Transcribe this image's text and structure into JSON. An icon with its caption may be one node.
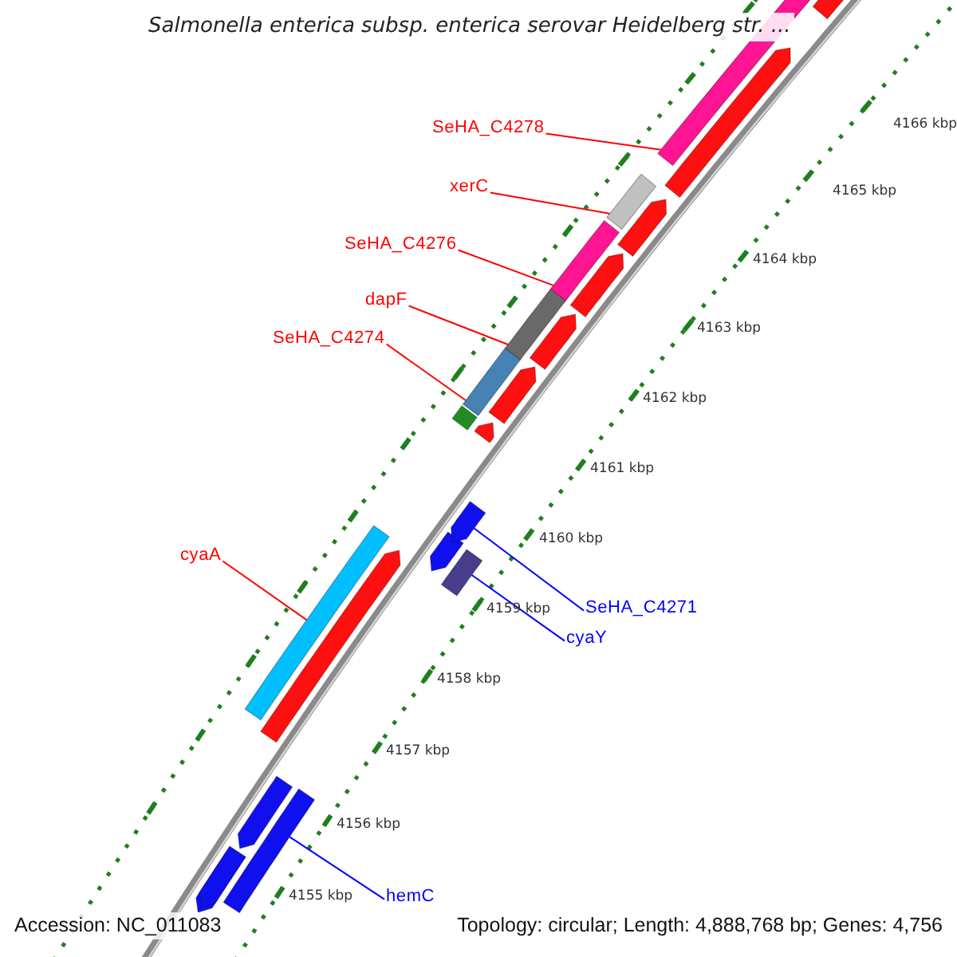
{
  "diagram": {
    "title": "Salmonella enterica subsp. enterica serovar Heidelberg str. ...",
    "nodes": [
      {
        "text": [
          "SeHA_C4278"
        ]
      },
      {
        "text": [],
        "shape": "bar"
      },
      {
        "text": [
          "xerC"
        ]
      },
      {
        "text": [],
        "shape": "bar"
      },
      {
        "text": [
          "SeHA_C4276"
        ]
      },
      {
        "text": [],
        "shape": "bar"
      },
      {
        "text": [
          "dapF"
        ]
      },
      {
        "text": [],
        "shape": "bar"
      },
      {
        "text": [
          "SeHA_C4274"
        ]
      },
      {
        "text": [],
        "shape": "bar"
      },
      {
        "text": [
          "cyaA"
        ]
      },
      {
        "text": [],
        "shape": "bar"
      },
      {
        "text": [
          "SeHA_C4271"
        ]
      },
      {
        "text": [],
        "shape": "bar"
      },
      {
        "text": [
          "cyaY"
        ]
      },
      {
        "text": [],
        "shape": "bar"
      },
      {
        "text": [
          "hemC"
        ]
      },
      {
        "text": [],
        "shape": "bar"
      }
    ],
    "edges": [
      {
        "from": 0,
        "to": 1,
        "arrow": "none"
      },
      {
        "from": 2,
        "to": 3,
        "arrow": "none"
      },
      {
        "from": 4,
        "to": 5,
        "arrow": "none"
      },
      {
        "from": 6,
        "to": 7,
        "arrow": "none"
      },
      {
        "from": 8,
        "to": 9,
        "arrow": "none"
      },
      {
        "from": 10,
        "to": 11,
        "arrow": "none"
      },
      {
        "from": 12,
        "to": 13,
        "arrow": "none",
        "color": "#0000ff"
      },
      {
        "from": 14,
        "to": 15,
        "arrow": "none",
        "color": "#0000ff"
      },
      {
        "from": 16,
        "to": 17,
        "arrow": "none",
        "color": "#0000ff"
      }
    ],
    "labels": [
      "4166 kbp",
      "4165 kbp",
      "4164 kbp",
      "4163 kbp",
      "4162 kbp",
      "4161 kbp",
      "4160 kbp",
      "4159 kbp",
      "4158 kbp",
      "4157 kbp",
      "4156 kbp",
      "4155 kbp",
      "Accession: NC_011083",
      "Topology: circular; Length: 4,888,768 bp; Genes: 4,756"
    ]
  }
}
